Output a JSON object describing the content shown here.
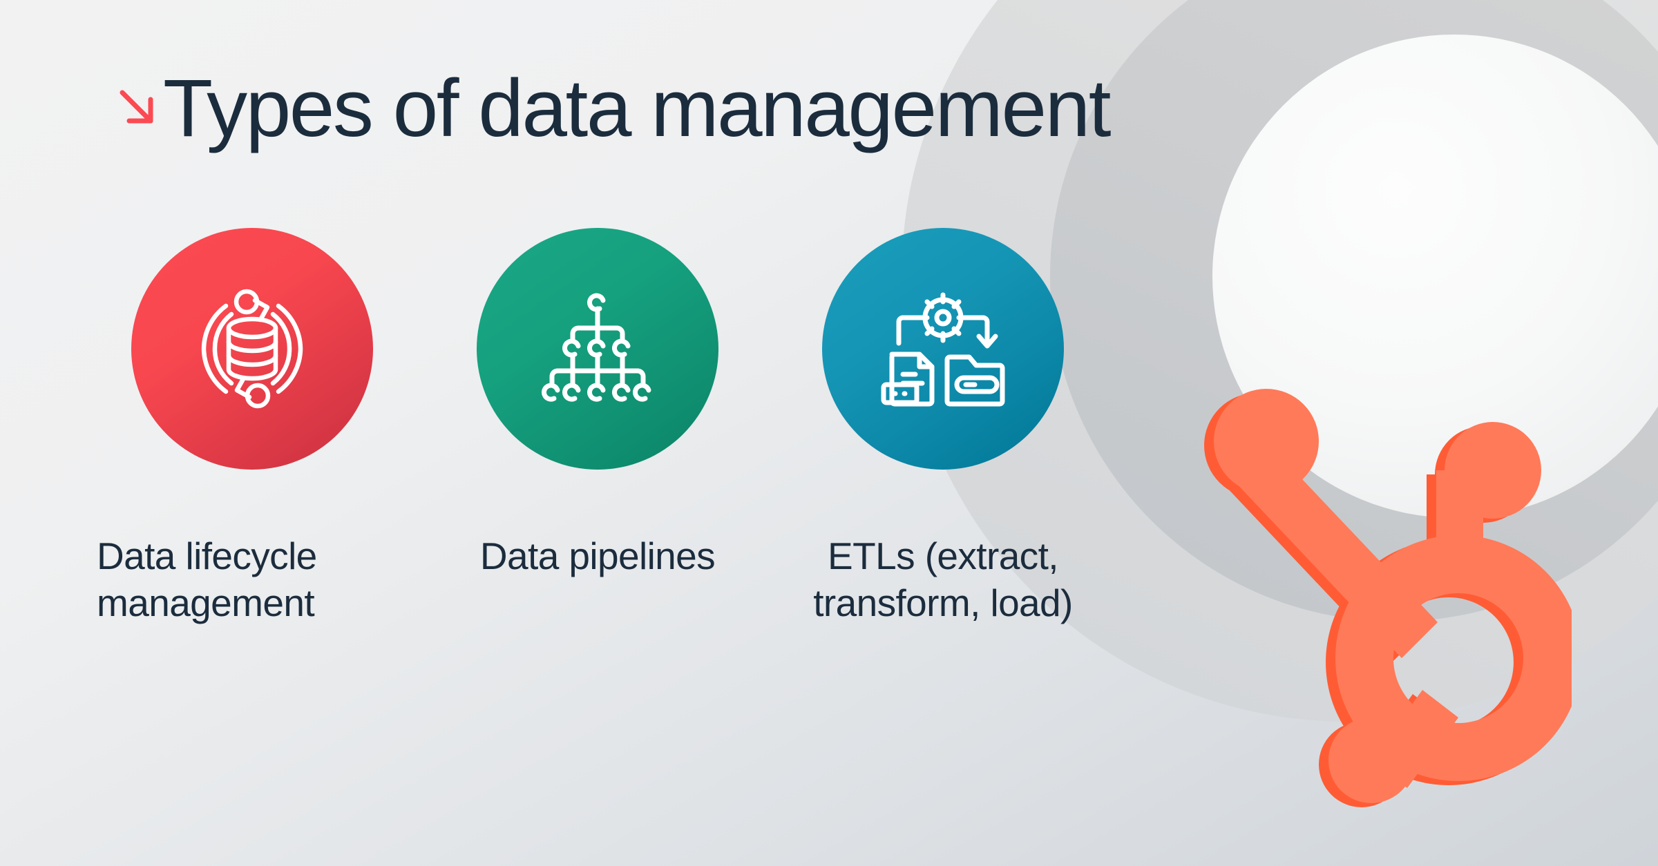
{
  "headline": {
    "text": "Types of data management",
    "arrow_icon": "arrow-down-right-icon",
    "arrow_color": "#FB4A52",
    "text_color": "#1B2C3D"
  },
  "background": {
    "gradient_start": "#F2F2F2",
    "gradient_end": "#CFD4D9",
    "ring_outer_color": "#E0E1E2",
    "ring_mid_color": "#CBCDCF",
    "ring_inner_color": "#F7F8F8"
  },
  "brand_logo": {
    "name": "hubspot-sprocket-logo",
    "color": "#FF7A59",
    "shadow_color": "#FF5C35"
  },
  "cards": [
    {
      "label": "Data lifecycle management",
      "icon": "database-lifecycle-icon",
      "color_start": "#FB4A52",
      "color_end": "#C93140"
    },
    {
      "label": "Data pipelines",
      "icon": "branching-pipeline-tree-icon",
      "color_start": "#1BA886",
      "color_end": "#0A8165"
    },
    {
      "label": "ETLs (extract, transform, load)",
      "icon": "document-gear-folder-icon",
      "color_start": "#1B9DBC",
      "color_end": "#007694"
    }
  ]
}
